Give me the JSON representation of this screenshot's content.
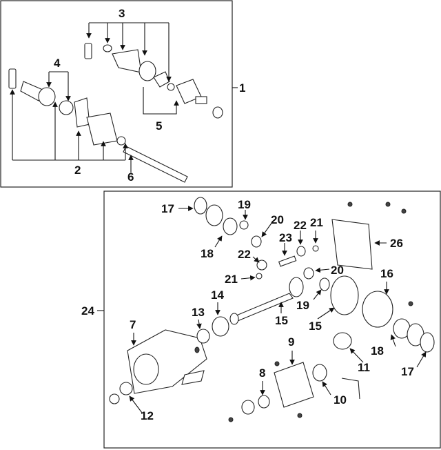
{
  "callouts": {
    "c1": "1",
    "c2": "2",
    "c3": "3",
    "c4": "4",
    "c5": "5",
    "c6": "6",
    "c7": "7",
    "c8": "8",
    "c9": "9",
    "c10": "10",
    "c11": "11",
    "c12": "12",
    "c13": "13",
    "c14": "14",
    "c15a": "15",
    "c15b": "15",
    "c16": "16",
    "c17a": "17",
    "c17b": "17",
    "c18a": "18",
    "c18b": "18",
    "c19a": "19",
    "c19b": "19",
    "c20a": "20",
    "c20b": "20",
    "c21a": "21",
    "c21b": "21",
    "c22a": "22",
    "c22b": "22",
    "c23": "23",
    "c24": "24",
    "c26": "26"
  }
}
